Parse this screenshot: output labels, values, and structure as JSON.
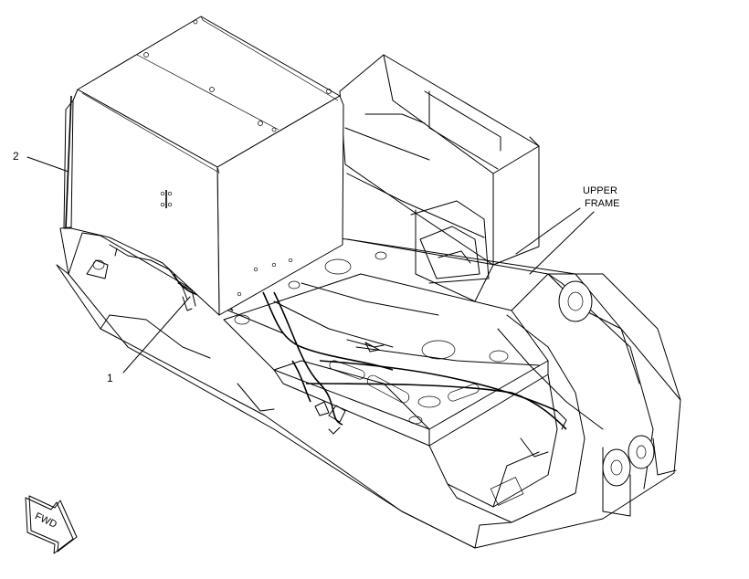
{
  "callouts": {
    "item1": "1",
    "item2": "2"
  },
  "upper_frame": {
    "line1": "UPPER",
    "line2": "FRAME"
  },
  "fwd": {
    "label": "FWD"
  },
  "icons": {
    "fwd_arrow": "fwd-arrow-icon"
  },
  "colors": {
    "line": "#000000",
    "background": "#ffffff"
  }
}
